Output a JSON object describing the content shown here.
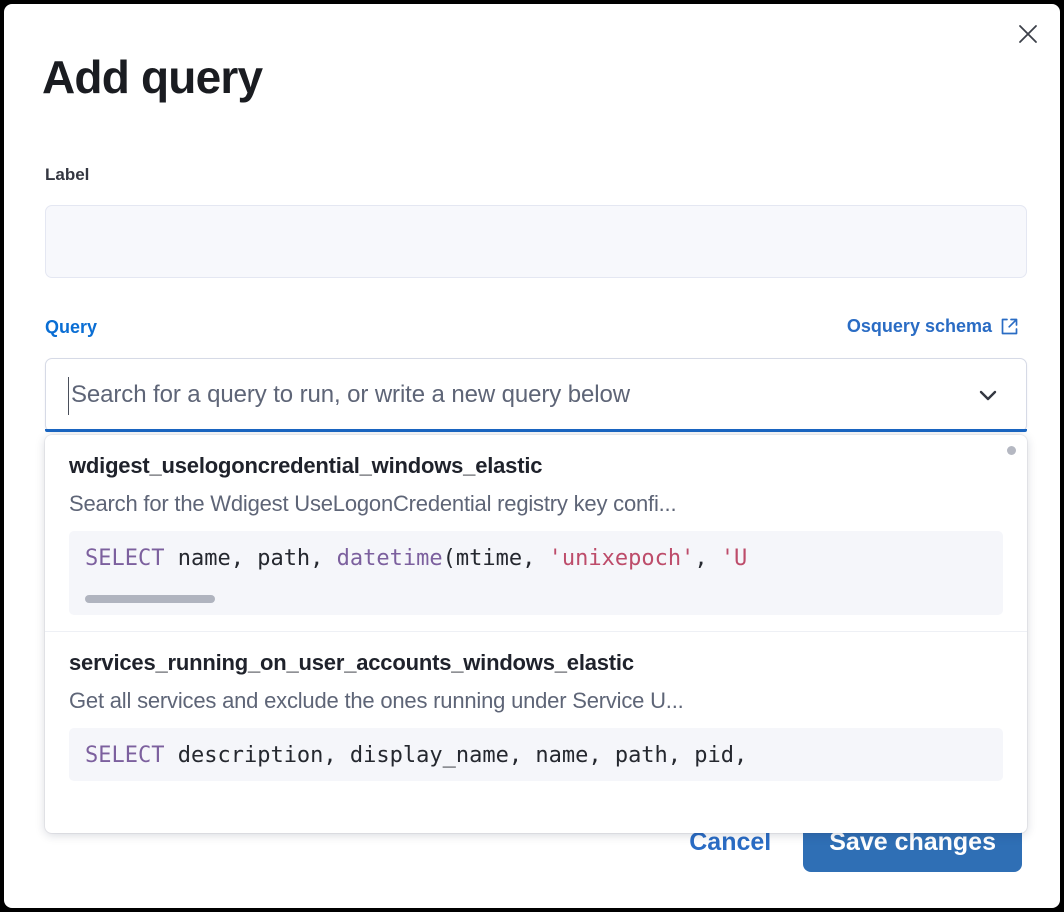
{
  "modal": {
    "title": "Add query",
    "close_icon": "close-icon"
  },
  "label_field": {
    "label": "Label",
    "value": "",
    "placeholder": ""
  },
  "query_section": {
    "label": "Query",
    "schema_link": {
      "text": "Osquery schema",
      "icon": "external-link-icon"
    },
    "combobox": {
      "value": "",
      "placeholder": "Search for a query to run, or write a new query below",
      "chevron_icon": "chevron-down-icon",
      "expanded": true
    }
  },
  "dropdown": {
    "options": [
      {
        "title": "wdigest_uselogoncredential_windows_elastic",
        "description": "Search for the Wdigest UseLogonCredential registry key confi...",
        "code_tokens": [
          {
            "t": "SELECT",
            "c": "kw"
          },
          {
            "t": " name, path, ",
            "c": "plain"
          },
          {
            "t": "datetime",
            "c": "fn"
          },
          {
            "t": "(mtime, ",
            "c": "plain"
          },
          {
            "t": "'unixepoch'",
            "c": "str"
          },
          {
            "t": ", ",
            "c": "plain"
          },
          {
            "t": "'U",
            "c": "str"
          }
        ],
        "has_hscrollbar": true
      },
      {
        "title": "services_running_on_user_accounts_windows_elastic",
        "description": "Get all services and exclude the ones running under Service U...",
        "code_tokens": [
          {
            "t": "SELECT",
            "c": "kw"
          },
          {
            "t": " description, display_name, name, path, pid,",
            "c": "plain"
          }
        ],
        "has_hscrollbar": false
      }
    ]
  },
  "footer": {
    "cancel_label": "Cancel",
    "save_label": "Save changes"
  },
  "colors": {
    "accent_blue": "#2a6cc4",
    "focus_underline": "#1a66c2",
    "primary_button": "#2f6fb5",
    "sql_keyword": "#7c609e",
    "sql_string": "#bd4c6a",
    "text_dark": "#1f222b",
    "text_muted": "#5e6577"
  }
}
